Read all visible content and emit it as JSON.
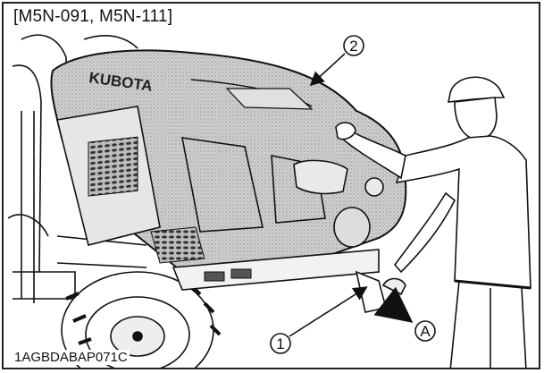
{
  "figure": {
    "model_label": "[M5N-091, M5N-111]",
    "figure_code": "1AGBDABAP071C",
    "brand_text": "KUBOTA",
    "callouts": [
      {
        "id": "part-1",
        "text": "1"
      },
      {
        "id": "part-2",
        "text": "2"
      },
      {
        "id": "direction-A",
        "text": "A"
      }
    ],
    "colors": {
      "line": "#111111",
      "hood": "#cfcfcf",
      "background": "#ffffff"
    }
  }
}
